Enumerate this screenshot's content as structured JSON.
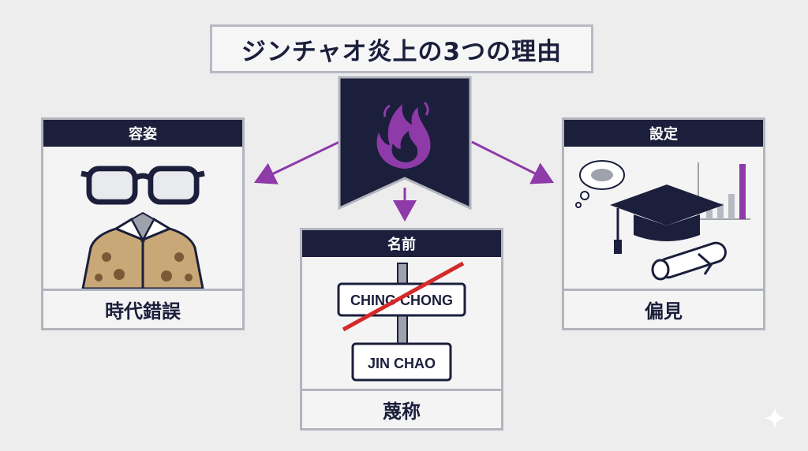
{
  "title": "ジンチャオ炎上の3つの理由",
  "icons": {
    "center": "fire-icon",
    "left": "glasses-and-shirt-icon",
    "middle": "name-sign-icon",
    "right": "graduation-cap-icon"
  },
  "colors": {
    "navy": "#1b1f3b",
    "purple": "#8e3aa8",
    "panel_border": "#b2b5bd",
    "strike_red": "#d42a2a"
  },
  "panels": {
    "left": {
      "header": "容姿",
      "footer": "時代錯誤"
    },
    "middle": {
      "header": "名前",
      "footer": "蔑称",
      "struck_name": "CHING CHONG",
      "name": "JIN CHAO"
    },
    "right": {
      "header": "設定",
      "footer": "偏見"
    }
  }
}
